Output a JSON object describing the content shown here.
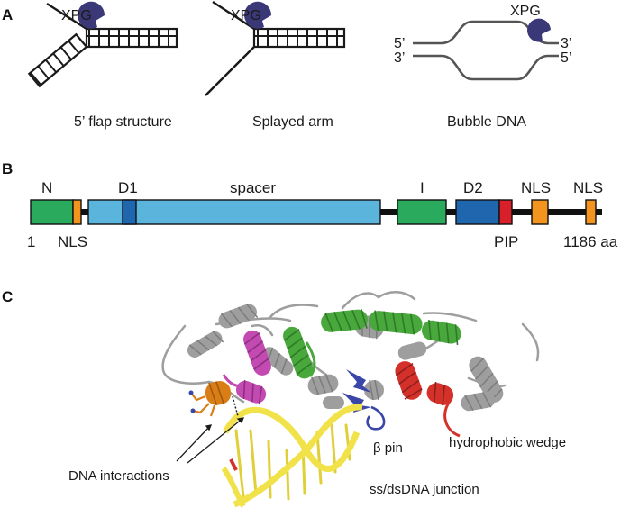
{
  "panel_a": {
    "letter": "A",
    "enzyme_label": "XPG",
    "substrates": [
      {
        "caption": "5’ flap structure"
      },
      {
        "caption": "Splayed arm"
      },
      {
        "caption": "Bubble DNA"
      }
    ],
    "ends": {
      "left_top": "5’",
      "left_bottom": "3’",
      "right_top": "3’",
      "right_bottom": "5’"
    },
    "colors": {
      "enzyme": "#3b3878",
      "strand": "#1a1a1a",
      "bubble": "#555555"
    }
  },
  "panel_b": {
    "letter": "B",
    "domain_labels": {
      "n": "N",
      "d1": "D1",
      "spacer": "spacer",
      "i": "I",
      "d2": "D2",
      "nls_a": "NLS",
      "nls_b": "NLS"
    },
    "bottom_labels": {
      "start": "1",
      "nls": "NLS",
      "pip": "PIP",
      "end": "1186 aa"
    },
    "colors": {
      "n": "#2aaa5c",
      "d1": "#5ab4dc",
      "d1_stripe": "#1f66ae",
      "spacer": "#5ab4dc",
      "i": "#2aaa5c",
      "d2": "#1f66ae",
      "pip": "#d7202a",
      "nls": "#f3941f",
      "backbone": "#111111"
    }
  },
  "panel_c": {
    "letter": "C",
    "annotations": {
      "dna_interactions": "DNA interactions",
      "beta_pin": "β pin",
      "hydrophobic_wedge": "hydrophobic wedge",
      "junction": "ss/dsDNA junction"
    },
    "colors": {
      "gray": "#9e9e9e",
      "magenta": "#c24ab0",
      "green": "#49a83c",
      "red": "#d3312a",
      "blue": "#3a46a8",
      "orange": "#d97d16",
      "dna": "#f2e24a"
    }
  }
}
